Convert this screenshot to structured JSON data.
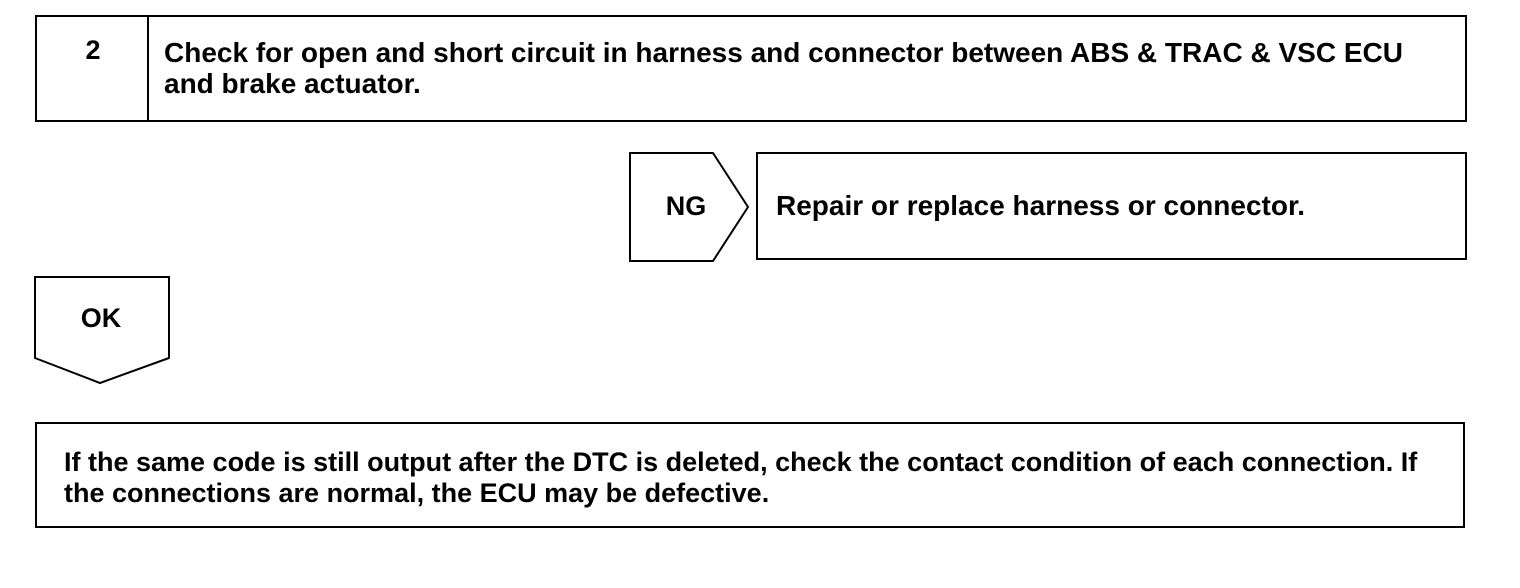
{
  "step": {
    "number": "2",
    "title": "Check for open and short circuit in harness and connector between ABS & TRAC & VSC ECU and brake actuator."
  },
  "ng_branch": {
    "label": "NG",
    "action": "Repair or replace harness or connector."
  },
  "ok_branch": {
    "label": "OK"
  },
  "note": {
    "text": "If the same code is still output after the DTC is deleted, check the contact condition of each connection. If the connections are normal, the ECU may be defective."
  }
}
